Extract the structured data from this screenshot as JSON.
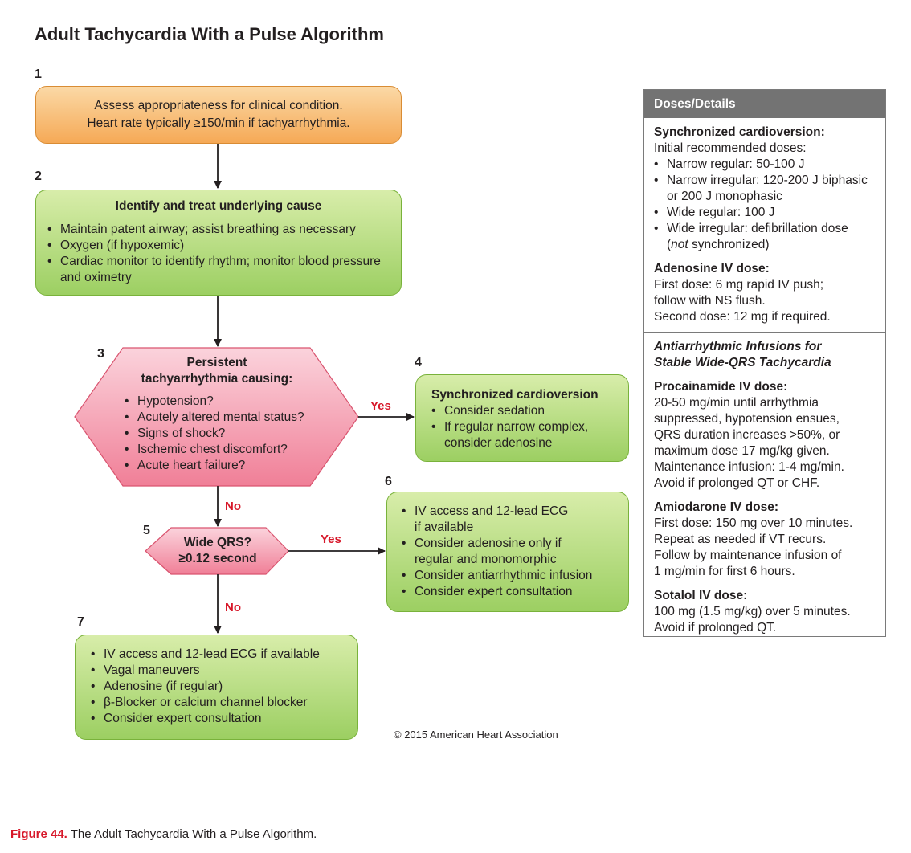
{
  "title": "Adult Tachycardia With a Pulse Algorithm",
  "steps": {
    "s1": {
      "number": "1",
      "lines": [
        "Assess appropriateness for clinical condition.",
        "Heart rate typically ≥150/min if tachyarrhythmia."
      ]
    },
    "s2": {
      "number": "2",
      "heading": "Identify and treat underlying cause",
      "items": [
        "Maintain patent airway; assist breathing as necessary",
        "Oxygen (if hypoxemic)",
        "Cardiac monitor to identify rhythm; monitor blood pressure and oximetry"
      ]
    },
    "s3": {
      "number": "3",
      "heading_line1": "Persistent",
      "heading_line2": "tachyarrhythmia causing:",
      "items": [
        "Hypotension?",
        "Acutely altered mental status?",
        "Signs of shock?",
        "Ischemic chest discomfort?",
        "Acute heart failure?"
      ]
    },
    "s4": {
      "number": "4",
      "heading": "Synchronized cardioversion",
      "items": [
        "Consider sedation",
        "If regular narrow complex, consider adenosine"
      ]
    },
    "s5": {
      "number": "5",
      "line1": "Wide QRS?",
      "line2": "≥0.12 second"
    },
    "s6": {
      "number": "6",
      "items": [
        "IV access and 12-lead ECG if available",
        "Consider adenosine only if regular and monomorphic",
        "Consider antiarrhythmic infusion",
        "Consider expert consultation"
      ]
    },
    "s7": {
      "number": "7",
      "items": [
        "IV access and 12-lead ECG if available",
        "Vagal maneuvers",
        "Adenosine (if regular)",
        "β-Blocker or calcium channel blocker",
        "Consider expert consultation"
      ]
    }
  },
  "edges": {
    "yes": "Yes",
    "no": "No"
  },
  "doses": {
    "header": "Doses/Details",
    "cardioversion": {
      "title": "Synchronized cardioversion:",
      "intro": "Initial recommended doses:",
      "items": [
        {
          "pre": "Narrow regular: 50-100 J",
          "em": "",
          "post": ""
        },
        {
          "pre": "Narrow irregular: 120-200 J biphasic or 200 J monophasic",
          "em": "",
          "post": ""
        },
        {
          "pre": "Wide regular: 100 J",
          "em": "",
          "post": ""
        },
        {
          "pre": "Wide irregular: defibrillation dose (",
          "em": "not",
          "post": " synchronized)"
        }
      ]
    },
    "adenosine": {
      "title": "Adenosine IV dose:",
      "lines": [
        "First dose: 6 mg rapid IV push;",
        "follow with NS flush.",
        "Second dose: 12 mg if required."
      ]
    },
    "infusions_heading_line1": "Antiarrhythmic Infusions for",
    "infusions_heading_line2": "Stable Wide-QRS Tachycardia",
    "procainamide": {
      "title": "Procainamide IV dose:",
      "lines": [
        "20-50 mg/min until arrhythmia",
        "suppressed, hypotension ensues,",
        "QRS duration increases >50%, or",
        "maximum dose 17 mg/kg given.",
        "Maintenance infusion: 1-4 mg/min.",
        "Avoid if prolonged QT or CHF."
      ]
    },
    "amiodarone": {
      "title": "Amiodarone IV dose:",
      "lines": [
        "First dose: 150 mg over 10 minutes.",
        "Repeat as needed if VT recurs.",
        "Follow by maintenance infusion of",
        "1 mg/min for first 6 hours."
      ]
    },
    "sotalol": {
      "title": "Sotalol IV dose:",
      "lines": [
        "100 mg (1.5 mg/kg) over 5 minutes.",
        "Avoid if prolonged QT."
      ]
    }
  },
  "copyright": "© 2015 American Heart Association",
  "caption": {
    "figure_label": "Figure 44.",
    "text": " The Adult Tachycardia With a Pulse Algorithm."
  },
  "colors": {
    "orange_box": "#f5a956",
    "green_box": "#9ccf62",
    "pink_shape": "#f48ea3",
    "accent_red": "#d7182a",
    "panel_header": "#737373"
  }
}
